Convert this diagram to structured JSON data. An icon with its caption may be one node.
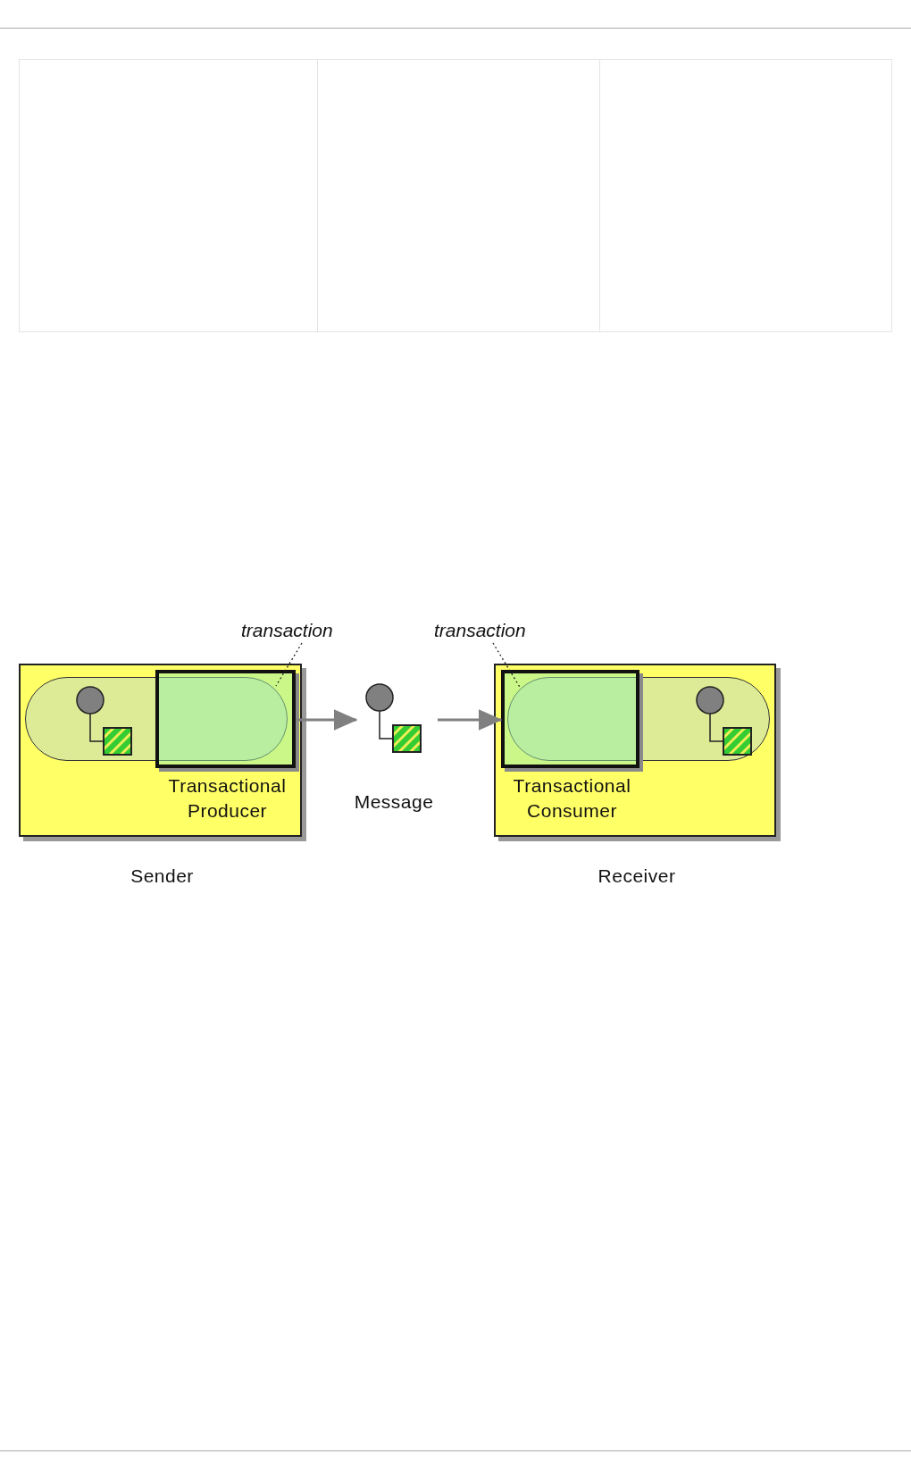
{
  "diagram": {
    "nodes": [
      {
        "text": [
          "Sender"
        ]
      },
      {
        "text": [],
        "shape": "capsule",
        "in": 0
      },
      {
        "text": [
          "Transactional Producer"
        ],
        "in": 0
      },
      {
        "text": [
          "transaction"
        ]
      },
      {
        "text": [
          "Message"
        ]
      },
      {
        "text": [
          "transaction"
        ]
      },
      {
        "text": [
          "Receiver"
        ]
      },
      {
        "text": [],
        "shape": "capsule",
        "in": 6
      },
      {
        "text": [
          "Transactional Consumer"
        ],
        "in": 6
      }
    ],
    "edges": [
      {
        "from": 2,
        "to": 4,
        "arrow": "to"
      },
      {
        "from": 4,
        "to": 8,
        "arrow": "to"
      },
      {
        "from": 3,
        "to": 1,
        "arrow": "none",
        "style": "dashed",
        "color": "#222222"
      },
      {
        "from": 5,
        "to": 7,
        "arrow": "none",
        "style": "dashed",
        "color": "#222222"
      }
    ]
  }
}
